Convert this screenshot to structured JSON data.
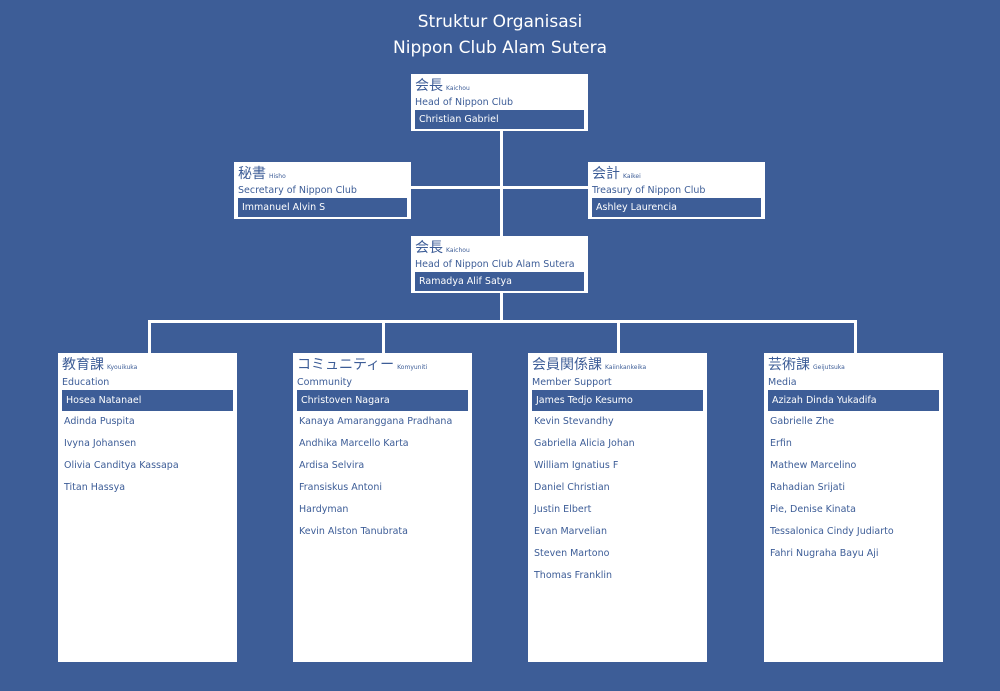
{
  "title": {
    "line1": "Struktur Organisasi",
    "line2": "Nippon Club Alam Sutera"
  },
  "top_head": {
    "jp": "会長",
    "romaji": "Kaichou",
    "en": "Head of  Nippon Club",
    "name": "Christian Gabriel"
  },
  "secretary": {
    "jp": "秘書",
    "romaji": "Hisho",
    "en": "Secretary of  Nippon Club",
    "name": "Immanuel Alvin S"
  },
  "treasury": {
    "jp": "会計",
    "romaji": "Kaikei",
    "en": "Treasury of  Nippon Club",
    "name": "Ashley  Laurencia"
  },
  "sub_head": {
    "jp": "会長",
    "romaji": "Kaichou",
    "en": "Head of  Nippon Club Alam Sutera",
    "name": "Ramadya Alif Satya"
  },
  "divisions": [
    {
      "jp": "教育課",
      "romaji": "Kyouikuka",
      "en": "Education",
      "head": "Hosea  Natanael",
      "members": [
        "Adinda  Puspita",
        "Ivyna Johansen",
        "Olivia Canditya  Kassapa",
        "Titan  Hassya"
      ]
    },
    {
      "jp": "コミュニティー",
      "romaji": "Komyuniti",
      "en": "Community",
      "head": "Christoven  Nagara",
      "members": [
        "Kanaya Amaranggana  Pradhana",
        "Andhika  Marcello  Karta",
        "Ardisa Selvira",
        "Fransiskus Antoni",
        "Hardyman",
        "Kevin Alston Tanubrata"
      ]
    },
    {
      "jp": "会員関係課",
      "romaji": "Kaiinkankeika",
      "en": "Member Support",
      "head": "James Tedjo  Kesumo",
      "members": [
        "Kevin Stevandhy",
        "Gabriella Alicia Johan",
        "William  Ignatius  F",
        "Daniel Christian",
        "Justin  Elbert",
        "Evan  Marvelian",
        "Steven  Martono",
        "Thomas  Franklin"
      ]
    },
    {
      "jp": "芸術課",
      "romaji": "Geijutsuka",
      "en": "Media",
      "head": "Azizah  Dinda Yukadifa",
      "members": [
        "Gabrielle Zhe",
        "Erfin",
        "Mathew  Marcelino",
        "Rahadian Srijati",
        "Pie,  Denise  Kinata",
        "Tessalonica Cindy Judiarto",
        "Fahri  Nugraha  Bayu Aji"
      ]
    }
  ]
}
